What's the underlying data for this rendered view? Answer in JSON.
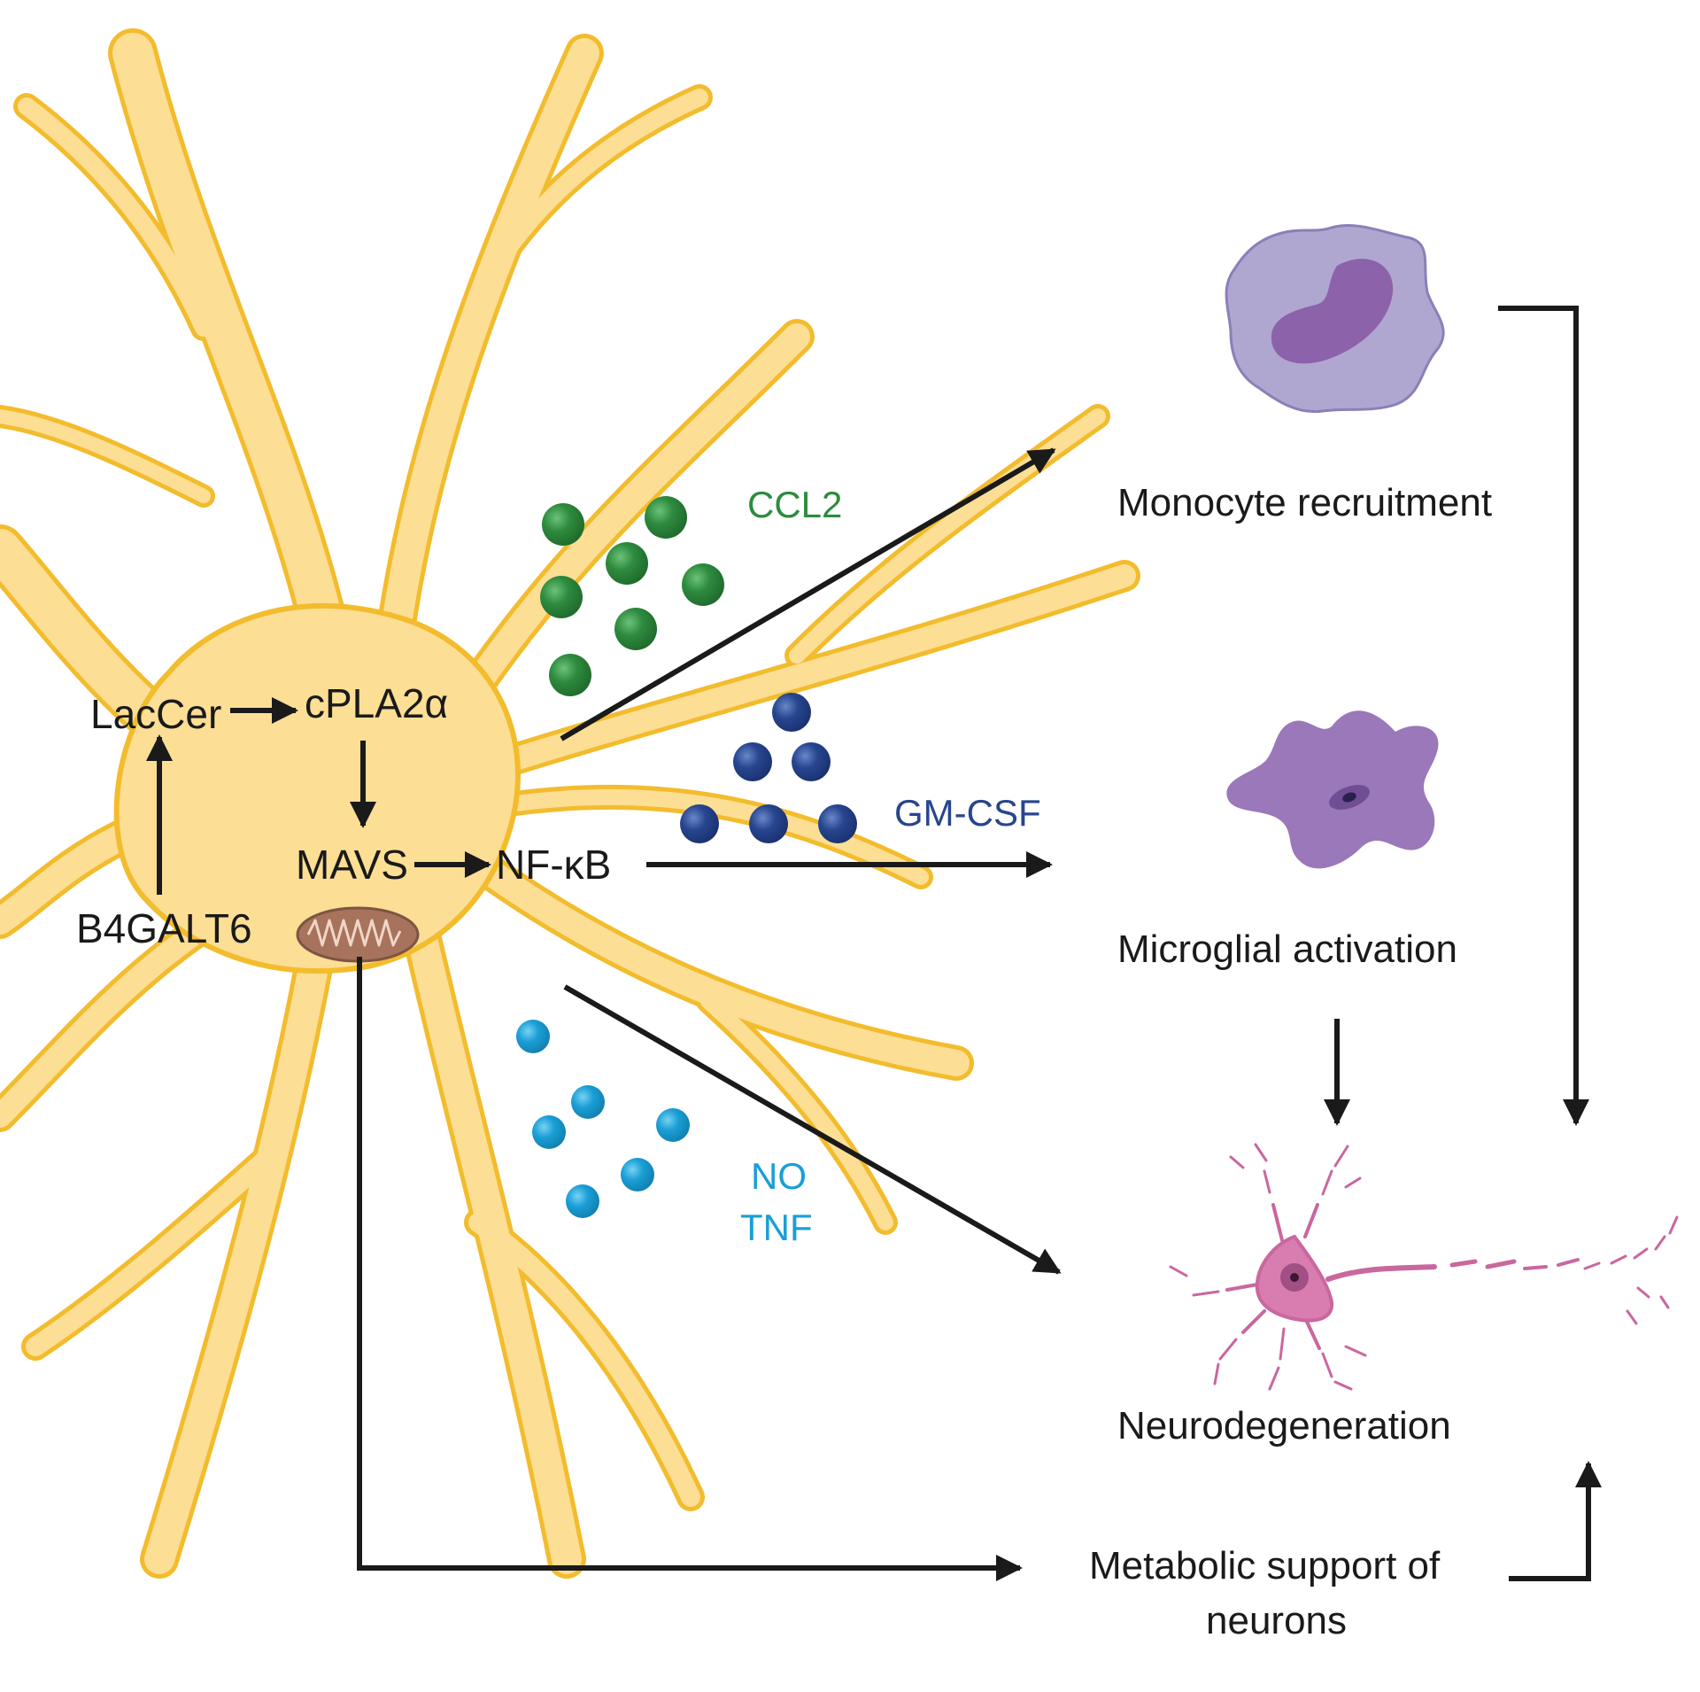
{
  "pathway": {
    "laccer": "LacCer",
    "cpla2a": "cPLA2α",
    "mavs": "MAVS",
    "nfkb": "NF-κB",
    "b4galt6": "B4GALT6"
  },
  "mediators": {
    "ccl2": "CCL2",
    "gmcsf": "GM-CSF",
    "no": "NO",
    "tnf": "TNF"
  },
  "outcomes": {
    "monocyte": "Monocyte recruitment",
    "microglial": "Microglial activation",
    "neurodegeneration": "Neurodegeneration",
    "metabolic_line1": "Metabolic support of",
    "metabolic_line2": "neurons"
  },
  "colors": {
    "astrocyte": "#F3BC2D",
    "astrocyte_fill": "#FCDE95",
    "ccl2": "#2E8B3E",
    "gmcsf": "#27468F",
    "no_tnf": "#1A9FD6",
    "monocyte": "#B0A7D1",
    "monocyte_nucleus": "#8C62AA",
    "microglia": "#9A78B9",
    "neuron": "#C9679E",
    "mitochondrion": "#A7735C",
    "arrow": "#1a1a1a"
  }
}
